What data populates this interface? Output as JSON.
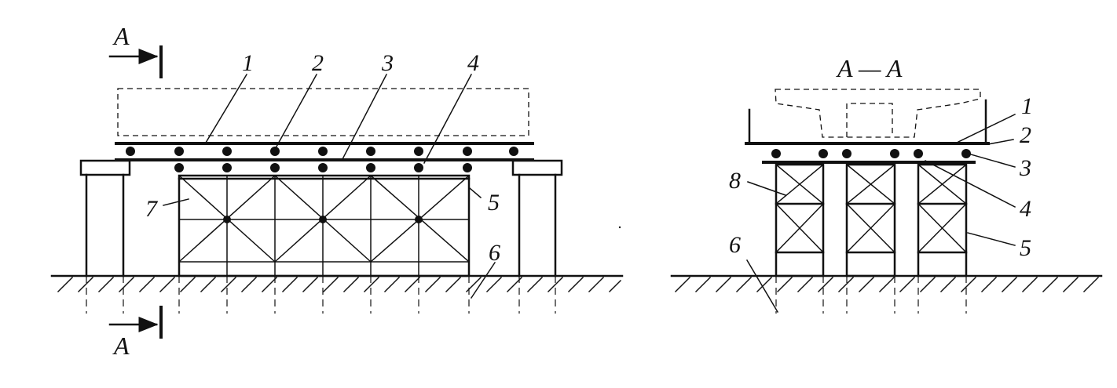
{
  "figure": {
    "section_marker_letter": "A",
    "section_title": "A — A"
  },
  "callouts": {
    "elevation": [
      "1",
      "2",
      "3",
      "4",
      "5",
      "6",
      "7"
    ],
    "section": [
      "1",
      "2",
      "3",
      "4",
      "5",
      "6",
      "8"
    ]
  },
  "colors": {
    "ink": "#111111",
    "background": "#ffffff"
  }
}
